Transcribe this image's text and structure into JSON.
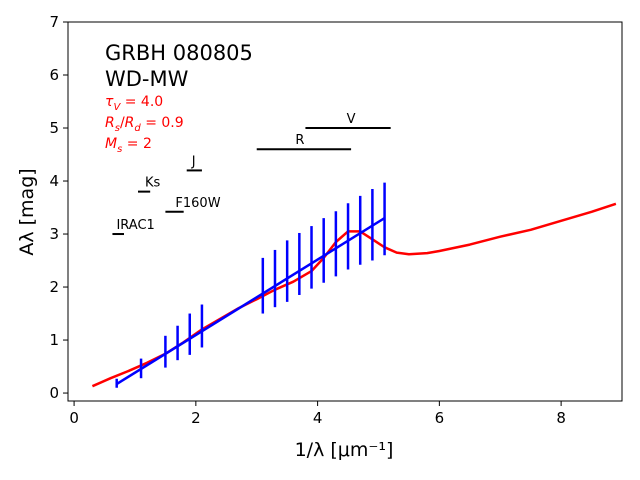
{
  "chart_data": {
    "type": "line",
    "title_lines": [
      "GRBH 080805",
      "WD-MW"
    ],
    "params": [
      {
        "sym": "τ",
        "sub": "V",
        "rest": " = 4.0"
      },
      {
        "sym": "R",
        "sub": "s",
        "rest": "/",
        "sym2": "R",
        "sub2": "d",
        "rest2": " = 0.9"
      },
      {
        "sym": "M",
        "sub": "s",
        "rest": " = 2"
      }
    ],
    "xlabel": "1/λ [μm⁻¹]",
    "ylabel": "Aλ [mag]",
    "xlim": [
      -0.1,
      9.0
    ],
    "ylim": [
      -0.15,
      7.0
    ],
    "xticks": [
      0,
      2,
      4,
      6,
      8
    ],
    "yticks": [
      0,
      1,
      2,
      3,
      4,
      5,
      6,
      7
    ],
    "colors": {
      "model": "#ff0000",
      "fit": "#0000ff",
      "bands": "#000000"
    },
    "series": [
      {
        "role": "model",
        "x": [
          0.3,
          0.6,
          0.9,
          1.2,
          1.5,
          1.8,
          2.1,
          2.4,
          2.7,
          3.0,
          3.3,
          3.6,
          3.9,
          4.1,
          4.3,
          4.5,
          4.7,
          4.9,
          5.1,
          5.3,
          5.5,
          5.8,
          6.0,
          6.5,
          7.0,
          7.5,
          8.0,
          8.5,
          8.9
        ],
        "y": [
          0.13,
          0.28,
          0.42,
          0.57,
          0.74,
          0.96,
          1.2,
          1.4,
          1.6,
          1.77,
          1.95,
          2.1,
          2.3,
          2.55,
          2.85,
          3.05,
          3.05,
          2.9,
          2.75,
          2.65,
          2.62,
          2.64,
          2.68,
          2.8,
          2.95,
          3.08,
          3.25,
          3.42,
          3.57
        ]
      },
      {
        "role": "fit",
        "x": [
          0.7,
          5.1
        ],
        "y": [
          0.17,
          3.3
        ]
      }
    ],
    "errorbars": [
      {
        "x": 0.7,
        "ylo": 0.1,
        "yhi": 0.27
      },
      {
        "x": 1.1,
        "ylo": 0.28,
        "yhi": 0.65
      },
      {
        "x": 1.5,
        "ylo": 0.48,
        "yhi": 1.08
      },
      {
        "x": 1.7,
        "ylo": 0.62,
        "yhi": 1.27
      },
      {
        "x": 1.9,
        "ylo": 0.72,
        "yhi": 1.5
      },
      {
        "x": 2.1,
        "ylo": 0.86,
        "yhi": 1.67
      },
      {
        "x": 3.1,
        "ylo": 1.5,
        "yhi": 2.55
      },
      {
        "x": 3.3,
        "ylo": 1.62,
        "yhi": 2.7
      },
      {
        "x": 3.5,
        "ylo": 1.72,
        "yhi": 2.88
      },
      {
        "x": 3.7,
        "ylo": 1.85,
        "yhi": 3.02
      },
      {
        "x": 3.9,
        "ylo": 1.97,
        "yhi": 3.15
      },
      {
        "x": 4.1,
        "ylo": 2.08,
        "yhi": 3.3
      },
      {
        "x": 4.3,
        "ylo": 2.2,
        "yhi": 3.43
      },
      {
        "x": 4.5,
        "ylo": 2.33,
        "yhi": 3.58
      },
      {
        "x": 4.7,
        "ylo": 2.42,
        "yhi": 3.72
      },
      {
        "x": 4.9,
        "ylo": 2.5,
        "yhi": 3.85
      },
      {
        "x": 5.1,
        "ylo": 2.6,
        "yhi": 3.97
      }
    ],
    "bands": [
      {
        "label": "V",
        "x0": 3.8,
        "x1": 5.2,
        "y": 5.0
      },
      {
        "label": "R",
        "x0": 3.0,
        "x1": 4.55,
        "y": 4.6
      },
      {
        "label": "J",
        "x0": 1.85,
        "x1": 2.1,
        "y": 4.2
      },
      {
        "label": "Ks",
        "x0": 1.05,
        "x1": 1.25,
        "y": 3.8
      },
      {
        "label": "F160W",
        "x0": 1.5,
        "x1": 1.8,
        "y": 3.42
      },
      {
        "label": "IRAC1",
        "x0": 0.63,
        "x1": 0.82,
        "y": 3.0
      }
    ]
  }
}
